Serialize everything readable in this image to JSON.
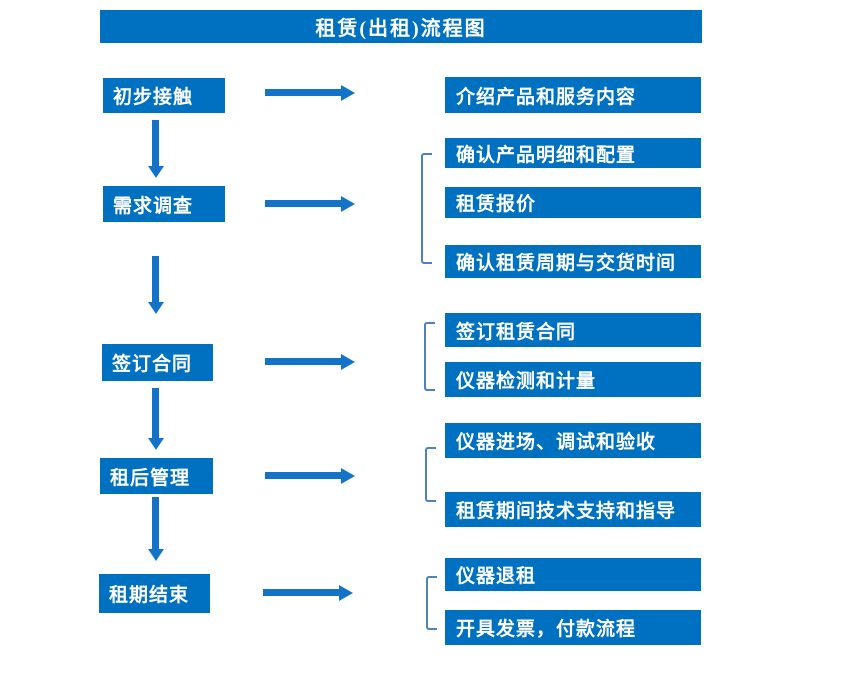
{
  "title": "租赁(出租)流程图",
  "colors": {
    "box_blue": "#0070C0",
    "arrow_blue": "#1373C9",
    "bracket_blue": "#4F81BD",
    "text_white": "#FFFFFF"
  },
  "steps": [
    {
      "label": "初步接触",
      "details": [
        "介绍产品和服务内容"
      ]
    },
    {
      "label": "需求调查",
      "details": [
        "确认产品明细和配置",
        "租赁报价",
        "确认租赁周期与交货时间"
      ]
    },
    {
      "label": "签订合同",
      "details": [
        "签订租赁合同",
        "仪器检测和计量"
      ]
    },
    {
      "label": "租后管理",
      "details": [
        "仪器进场、调试和验收",
        "租赁期间技术支持和指导"
      ]
    },
    {
      "label": "租期结束",
      "details": [
        "仪器退租",
        "开具发票，付款流程"
      ]
    }
  ]
}
